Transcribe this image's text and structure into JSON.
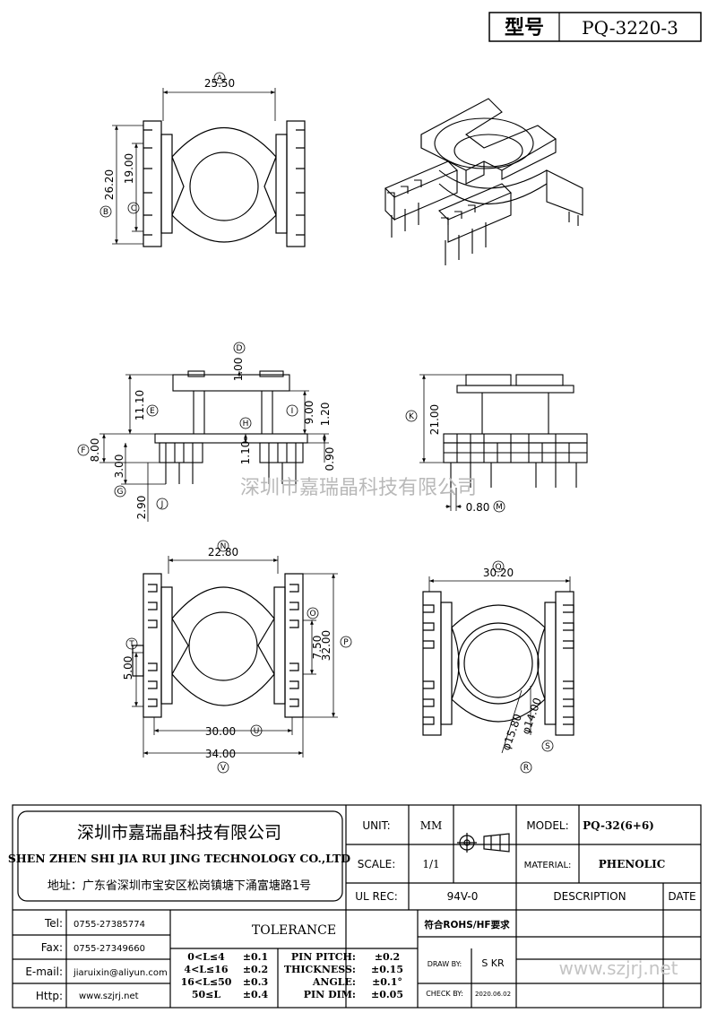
{
  "model_box": {
    "label": "型号",
    "value": "PQ-3220-3"
  },
  "watermark_cn": "深圳市嘉瑞晶科技有限公司",
  "watermark_url": "www.szjrj.net",
  "dimensions": {
    "A": "25.50",
    "B": "26.20",
    "C": "19.00",
    "D": "1.00",
    "E": "11.10",
    "F": "8.00",
    "G": "3.00",
    "H": "1.10",
    "I": "9.00",
    "I2": "1.20",
    "J": "2.90",
    "Jb": "0.90",
    "K": "21.00",
    "M": "0.80",
    "N": "22.80",
    "O": "7.50",
    "P": "32.00",
    "T": "5.00",
    "U": "30.00",
    "V": "34.00",
    "Q": "30.20",
    "S": "φ14.00",
    "R": "φ15.80"
  },
  "labels": {
    "A": "A",
    "B": "B",
    "C": "C",
    "D": "D",
    "E": "E",
    "F": "F",
    "G": "G",
    "H": "H",
    "I": "I",
    "J": "J",
    "K": "K",
    "M": "M",
    "N": "N",
    "O": "O",
    "P": "P",
    "Q": "Q",
    "R": "R",
    "S": "S",
    "T": "T",
    "U": "U",
    "V": "V"
  },
  "company": {
    "name_cn": "深圳市嘉瑞晶科技有限公司",
    "name_en": "SHEN ZHEN SHI   JIA RUI JING   TECHNOLOGY CO.,LTD",
    "address": "地址：广东省深圳市宝安区松岗镇塘下涌富塘路1号"
  },
  "title_block": {
    "unit_label": "UNIT:",
    "unit_value": "MM",
    "scale_label": "SCALE:",
    "scale_value": "1/1",
    "ul_label": "UL REC:",
    "ul_value": "94V-0",
    "model_label": "MODEL:",
    "model_value": "PQ-32(6+6)",
    "material_label": "MATERIAL:",
    "material_value": "PHENOLIC",
    "description_label": "DESCRIPTION",
    "date_label": "DATE",
    "rohs": "符合ROHS/HF要求",
    "draw_label": "DRAW BY:",
    "draw_value": "S KR",
    "check_label": "CHECK BY:",
    "check_value": "2020.06.02"
  },
  "contacts": {
    "tel_label": "Tel:",
    "tel": "0755-27385774",
    "fax_label": "Fax:",
    "fax": "0755-27349660",
    "email_label": "E-mail:",
    "email": "jiaruixin@aliyun.com",
    "http_label": "Http:",
    "http": "www.szjrj.net"
  },
  "tolerance": {
    "title": "TOLERANCE",
    "rows": [
      {
        "range": "0<L≤4",
        "tol": "±0.1",
        "item": "PIN PITCH:",
        "value": "±0.2"
      },
      {
        "range": "4<L≤16",
        "tol": "±0.2",
        "item": "THICKNESS:",
        "value": "±0.15"
      },
      {
        "range": "16<L≤50",
        "tol": "±0.3",
        "item": "ANGLE:",
        "value": "±0.1°"
      },
      {
        "range": "50≤L",
        "tol": "±0.4",
        "item": "PIN DIM:",
        "value": "±0.05"
      }
    ]
  }
}
